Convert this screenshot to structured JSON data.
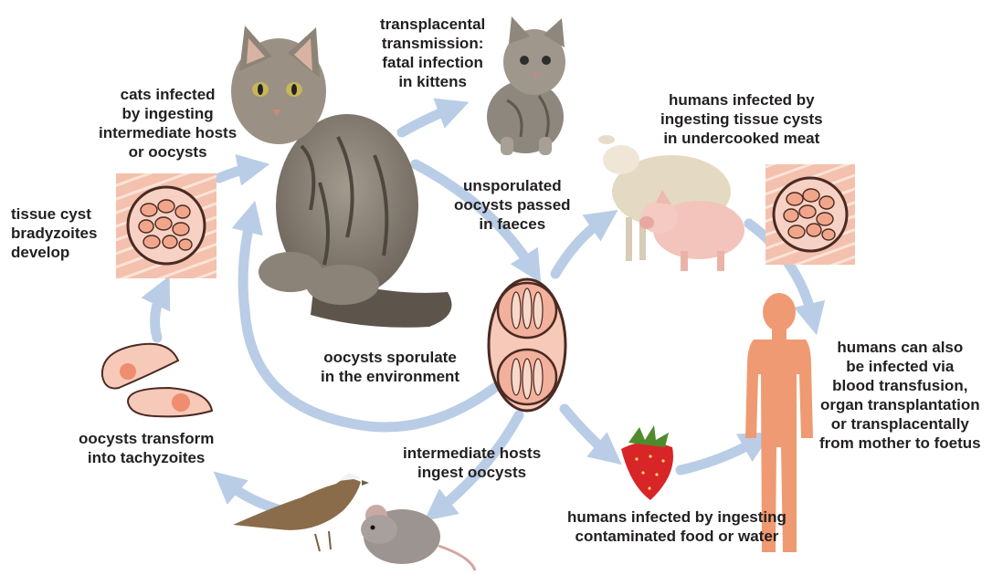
{
  "labels": {
    "cats_infected": [
      "cats infected",
      "by ingesting",
      "intermediate hosts",
      "or oocysts"
    ],
    "transplacental": [
      "transplacental",
      "transmission:",
      "fatal infection",
      "in kittens"
    ],
    "humans_meat": [
      "humans infected by",
      "ingesting tissue cysts",
      "in undercooked meat"
    ],
    "tissue_cyst": [
      "tissue cyst",
      "bradyzoites",
      "develop"
    ],
    "unsporulated": [
      "unsporulated",
      "oocysts passed",
      "in faeces"
    ],
    "sporulate": [
      "oocysts sporulate",
      "in the environment"
    ],
    "humans_also": [
      "humans can also",
      "be infected via",
      "blood transfusion,",
      "organ transplantation",
      "or transplacentally",
      "from mother to foetus"
    ],
    "transform": [
      "oocysts transform",
      "into tachyzoites"
    ],
    "intermediate_hosts": [
      "intermediate hosts",
      "ingest oocysts"
    ],
    "humans_food": [
      "humans infected by ingesting",
      "contaminated food or water"
    ]
  },
  "colors": {
    "arrow": "#b9cde6",
    "tissue": "#f3c1ad",
    "tissue_stripe": "#fbe3d8",
    "cyst_outline": "#4a2a22",
    "human": "#ef9a72"
  },
  "icons": [
    "cat",
    "kitten",
    "sheep",
    "pig",
    "human-silhouette",
    "strawberry",
    "mouse",
    "sparrow",
    "oocyst",
    "tissue-cyst",
    "tachyzoite"
  ]
}
